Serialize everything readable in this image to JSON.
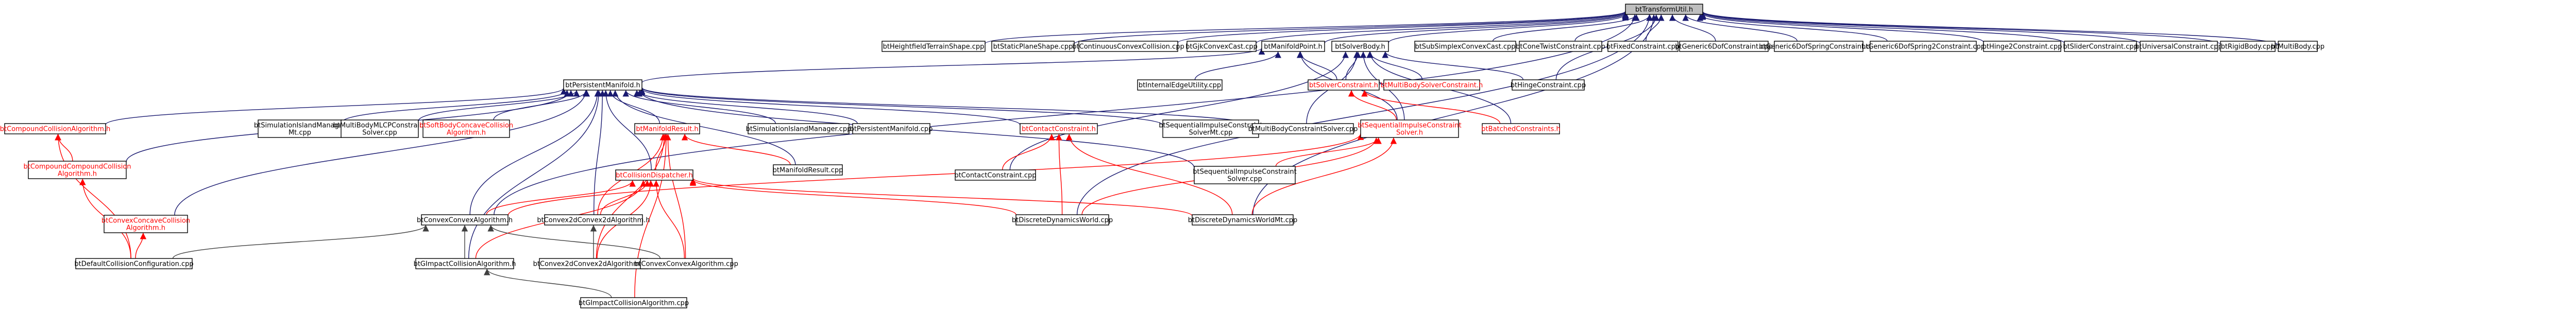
{
  "graph": {
    "colors": {
      "root_fill": "#bfbfbf",
      "node_fill": "#ffffff",
      "node_border": "#000000",
      "text_default": "#000000",
      "text_red": "#ff0000",
      "edge_blue": "#191970",
      "edge_red": "#ff0000",
      "edge_gray": "#404040"
    },
    "nodes": [
      {
        "id": "n0",
        "label": "btTransformUtil.h",
        "color": "text_default",
        "root": true
      },
      {
        "id": "n1",
        "label": "btHeightfieldTerrainShape.cpp",
        "color": "text_default"
      },
      {
        "id": "n2",
        "label": "btStaticPlaneShape.cpp",
        "color": "text_default"
      },
      {
        "id": "n3",
        "label": "btContinuousConvexCollision.cpp",
        "color": "text_default"
      },
      {
        "id": "n4",
        "label": "btGjkConvexCast.cpp",
        "color": "text_default"
      },
      {
        "id": "n5",
        "label": "btManifoldPoint.h",
        "color": "text_default"
      },
      {
        "id": "n6",
        "label": "btSolverBody.h",
        "color": "text_default"
      },
      {
        "id": "n7",
        "label": "btSubSimplexConvexCast.cpp",
        "color": "text_default"
      },
      {
        "id": "n8",
        "label": "btConeTwistConstraint.cpp",
        "color": "text_default"
      },
      {
        "id": "n9",
        "label": "btFixedConstraint.cpp",
        "color": "text_default"
      },
      {
        "id": "n10",
        "label": "btGeneric6DofConstraint.cpp",
        "color": "text_default"
      },
      {
        "id": "n11",
        "label": "btGeneric6DofSpringConstraint.cpp",
        "color": "text_default"
      },
      {
        "id": "n12",
        "label": "btGeneric6DofSpring2Constraint.cpp",
        "color": "text_default"
      },
      {
        "id": "n13",
        "label": "btHinge2Constraint.cpp",
        "color": "text_default"
      },
      {
        "id": "n14",
        "label": "btSliderConstraint.cpp",
        "color": "text_default"
      },
      {
        "id": "n15",
        "label": "btUniversalConstraint.cpp",
        "color": "text_default"
      },
      {
        "id": "n16",
        "label": "btRigidBody.cpp",
        "color": "text_default"
      },
      {
        "id": "n17",
        "label": "btMultiBody.cpp",
        "color": "text_default"
      },
      {
        "id": "n18",
        "label": "btPersistentManifold.h",
        "color": "text_default"
      },
      {
        "id": "n19",
        "label": "btInternalEdgeUtility.cpp",
        "color": "text_default"
      },
      {
        "id": "n20",
        "label": "btHingeConstraint.cpp",
        "color": "text_default"
      },
      {
        "id": "n21",
        "label": "btSolverConstraint.h",
        "color": "text_red"
      },
      {
        "id": "n22",
        "label": "btMultiBodySolverConstraint.h",
        "color": "text_red"
      },
      {
        "id": "n23",
        "label": "btCompoundCollisionAlgorithm.h",
        "color": "text_red"
      },
      {
        "id": "n24",
        "label": [
          "btSimulationIslandManager",
          "Mt.cpp"
        ],
        "color": "text_default"
      },
      {
        "id": "n25",
        "label": [
          "btMultiBodyMLCPConstraint",
          "Solver.cpp"
        ],
        "color": "text_default"
      },
      {
        "id": "n26",
        "label": [
          "btSoftBodyConcaveCollision",
          "Algorithm.h"
        ],
        "color": "text_red"
      },
      {
        "id": "n27",
        "label": "btManifoldResult.h",
        "color": "text_red"
      },
      {
        "id": "n28",
        "label": "btSimulationIslandManager.cpp",
        "color": "text_default"
      },
      {
        "id": "n29",
        "label": "btPersistentManifold.cpp",
        "color": "text_default"
      },
      {
        "id": "n30",
        "label": "btContactConstraint.h",
        "color": "text_red"
      },
      {
        "id": "n31",
        "label": [
          "btSequentialImpulseConstraint",
          "SolverMt.cpp"
        ],
        "color": "text_default"
      },
      {
        "id": "n32",
        "label": "btMultiBodyConstraintSolver.cpp",
        "color": "text_default"
      },
      {
        "id": "n33",
        "label": [
          "btSequentialImpulseConstraint",
          "Solver.h"
        ],
        "color": "text_red"
      },
      {
        "id": "n34",
        "label": "btBatchedConstraints.h",
        "color": "text_red"
      },
      {
        "id": "n35",
        "label": [
          "btCompoundCompoundCollision",
          "Algorithm.h"
        ],
        "color": "text_red"
      },
      {
        "id": "n36",
        "label": "btManifoldResult.cpp",
        "color": "text_default"
      },
      {
        "id": "n37",
        "label": "btCollisionDispatcher.h",
        "color": "text_red"
      },
      {
        "id": "n38",
        "label": "btContactConstraint.cpp",
        "color": "text_default"
      },
      {
        "id": "n39",
        "label": [
          "btSequentialImpulseConstraint",
          "Solver.cpp"
        ],
        "color": "text_default"
      },
      {
        "id": "n40",
        "label": [
          "btConvexConcaveCollision",
          "Algorithm.h"
        ],
        "color": "text_red"
      },
      {
        "id": "n41",
        "label": "btConvexConvexAlgorithm.h",
        "color": "text_default"
      },
      {
        "id": "n42",
        "label": "btConvex2dConvex2dAlgorithm.h",
        "color": "text_default"
      },
      {
        "id": "n43",
        "label": "btDiscreteDynamicsWorld.cpp",
        "color": "text_default"
      },
      {
        "id": "n44",
        "label": "btDiscreteDynamicsWorldMt.cpp",
        "color": "text_default"
      },
      {
        "id": "n45",
        "label": "btDefaultCollisionConfiguration.cpp",
        "color": "text_default"
      },
      {
        "id": "n46",
        "label": "btGImpactCollisionAlgorithm.h",
        "color": "text_default"
      },
      {
        "id": "n47",
        "label": "btConvex2dConvex2dAlgorithm.cpp",
        "color": "text_default"
      },
      {
        "id": "n48",
        "label": "btConvexConvexAlgorithm.cpp",
        "color": "text_default"
      },
      {
        "id": "n49",
        "label": "btGImpactCollisionAlgorithm.cpp",
        "color": "text_default"
      }
    ],
    "edges": [
      {
        "from": "n0",
        "to": "n1",
        "color": "edge_blue"
      },
      {
        "from": "n0",
        "to": "n2",
        "color": "edge_blue"
      },
      {
        "from": "n0",
        "to": "n3",
        "color": "edge_blue"
      },
      {
        "from": "n0",
        "to": "n4",
        "color": "edge_blue"
      },
      {
        "from": "n0",
        "to": "n5",
        "color": "edge_blue"
      },
      {
        "from": "n0",
        "to": "n6",
        "color": "edge_blue"
      },
      {
        "from": "n0",
        "to": "n7",
        "color": "edge_blue"
      },
      {
        "from": "n0",
        "to": "n8",
        "color": "edge_blue"
      },
      {
        "from": "n0",
        "to": "n9",
        "color": "edge_blue"
      },
      {
        "from": "n0",
        "to": "n10",
        "color": "edge_blue"
      },
      {
        "from": "n0",
        "to": "n11",
        "color": "edge_blue"
      },
      {
        "from": "n0",
        "to": "n12",
        "color": "edge_blue"
      },
      {
        "from": "n0",
        "to": "n13",
        "color": "edge_blue"
      },
      {
        "from": "n0",
        "to": "n14",
        "color": "edge_blue"
      },
      {
        "from": "n0",
        "to": "n15",
        "color": "edge_blue"
      },
      {
        "from": "n0",
        "to": "n16",
        "color": "edge_blue"
      },
      {
        "from": "n0",
        "to": "n17",
        "color": "edge_blue"
      },
      {
        "from": "n0",
        "to": "n20",
        "color": "edge_blue"
      },
      {
        "from": "n0",
        "to": "n41",
        "color": "edge_blue"
      },
      {
        "from": "n0",
        "to": "n43",
        "color": "edge_blue"
      },
      {
        "from": "n0",
        "to": "n44",
        "color": "edge_blue"
      },
      {
        "from": "n5",
        "to": "n18",
        "color": "edge_blue"
      },
      {
        "from": "n5",
        "to": "n19",
        "color": "edge_blue"
      },
      {
        "from": "n5",
        "to": "n21",
        "color": "edge_blue"
      },
      {
        "from": "n5",
        "to": "n33",
        "color": "edge_blue"
      },
      {
        "from": "n6",
        "to": "n21",
        "color": "edge_blue"
      },
      {
        "from": "n6",
        "to": "n22",
        "color": "edge_blue"
      },
      {
        "from": "n6",
        "to": "n20",
        "color": "edge_blue"
      },
      {
        "from": "n6",
        "to": "n33",
        "color": "edge_blue"
      },
      {
        "from": "n6",
        "to": "n34",
        "color": "edge_blue"
      },
      {
        "from": "n6",
        "to": "n32",
        "color": "edge_blue"
      },
      {
        "from": "n6",
        "to": "n38",
        "color": "edge_blue"
      },
      {
        "from": "n21",
        "to": "n33",
        "color": "edge_red"
      },
      {
        "from": "n21",
        "to": "n34",
        "color": "edge_red"
      },
      {
        "from": "n18",
        "to": "n23",
        "color": "edge_blue"
      },
      {
        "from": "n18",
        "to": "n24",
        "color": "edge_blue"
      },
      {
        "from": "n18",
        "to": "n25",
        "color": "edge_blue"
      },
      {
        "from": "n18",
        "to": "n26",
        "color": "edge_blue"
      },
      {
        "from": "n18",
        "to": "n27",
        "color": "edge_blue"
      },
      {
        "from": "n18",
        "to": "n28",
        "color": "edge_blue"
      },
      {
        "from": "n18",
        "to": "n29",
        "color": "edge_blue"
      },
      {
        "from": "n18",
        "to": "n30",
        "color": "edge_blue"
      },
      {
        "from": "n18",
        "to": "n31",
        "color": "edge_blue"
      },
      {
        "from": "n18",
        "to": "n32",
        "color": "edge_blue"
      },
      {
        "from": "n18",
        "to": "n35",
        "color": "edge_blue"
      },
      {
        "from": "n18",
        "to": "n36",
        "color": "edge_blue"
      },
      {
        "from": "n18",
        "to": "n37",
        "color": "edge_blue"
      },
      {
        "from": "n18",
        "to": "n40",
        "color": "edge_blue"
      },
      {
        "from": "n18",
        "to": "n41",
        "color": "edge_blue"
      },
      {
        "from": "n18",
        "to": "n42",
        "color": "edge_blue"
      },
      {
        "from": "n18",
        "to": "n46",
        "color": "edge_blue"
      },
      {
        "from": "n18",
        "to": "n39",
        "color": "edge_blue"
      },
      {
        "from": "n23",
        "to": "n35",
        "color": "edge_red"
      },
      {
        "from": "n23",
        "to": "n45",
        "color": "edge_red"
      },
      {
        "from": "n35",
        "to": "n45",
        "color": "edge_red"
      },
      {
        "from": "n40",
        "to": "n45",
        "color": "edge_red"
      },
      {
        "from": "n27",
        "to": "n36",
        "color": "edge_red"
      },
      {
        "from": "n27",
        "to": "n37",
        "color": "edge_red"
      },
      {
        "from": "n27",
        "to": "n42",
        "color": "edge_red"
      },
      {
        "from": "n27",
        "to": "n47",
        "color": "edge_red"
      },
      {
        "from": "n27",
        "to": "n48",
        "color": "edge_red"
      },
      {
        "from": "n27",
        "to": "n49",
        "color": "edge_red"
      },
      {
        "from": "n30",
        "to": "n38",
        "color": "edge_red"
      },
      {
        "from": "n30",
        "to": "n43",
        "color": "edge_red"
      },
      {
        "from": "n30",
        "to": "n44",
        "color": "edge_red"
      },
      {
        "from": "n33",
        "to": "n39",
        "color": "edge_red"
      },
      {
        "from": "n33",
        "to": "n43",
        "color": "edge_red"
      },
      {
        "from": "n33",
        "to": "n44",
        "color": "edge_red"
      },
      {
        "from": "n33",
        "to": "n41",
        "color": "edge_red"
      },
      {
        "from": "n37",
        "to": "n41",
        "color": "edge_red"
      },
      {
        "from": "n37",
        "to": "n42",
        "color": "edge_red"
      },
      {
        "from": "n37",
        "to": "n43",
        "color": "edge_red"
      },
      {
        "from": "n37",
        "to": "n44",
        "color": "edge_red"
      },
      {
        "from": "n37",
        "to": "n46",
        "color": "edge_red"
      },
      {
        "from": "n37",
        "to": "n47",
        "color": "edge_red"
      },
      {
        "from": "n37",
        "to": "n48",
        "color": "edge_red"
      },
      {
        "from": "n41",
        "to": "n45",
        "color": "edge_gray"
      },
      {
        "from": "n41",
        "to": "n46",
        "color": "edge_gray"
      },
      {
        "from": "n41",
        "to": "n48",
        "color": "edge_gray"
      },
      {
        "from": "n42",
        "to": "n47",
        "color": "edge_gray"
      },
      {
        "from": "n46",
        "to": "n49",
        "color": "edge_gray"
      }
    ]
  }
}
